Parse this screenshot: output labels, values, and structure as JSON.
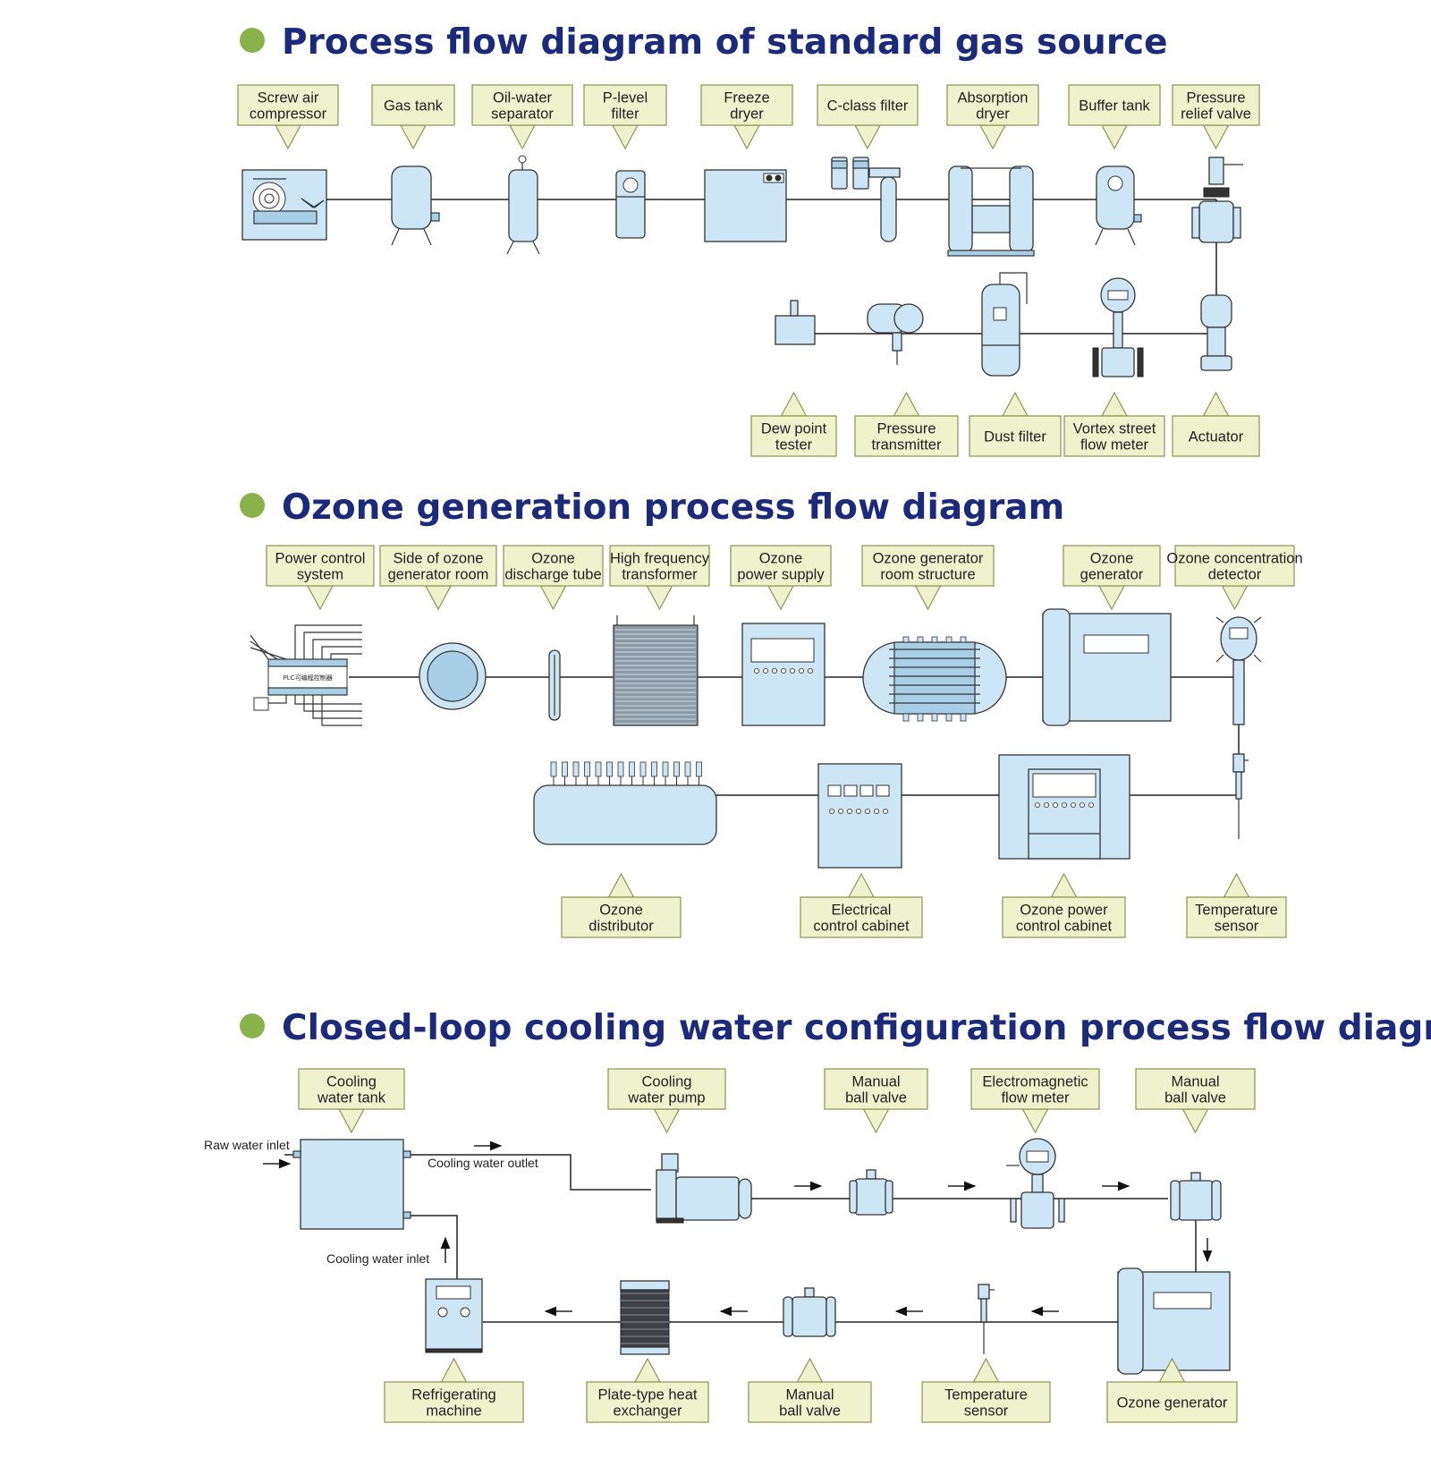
{
  "colors": {
    "title": "#1b2a7a",
    "bullet": "#8ab24a",
    "label_fill": "#eef3cd",
    "label_stroke": "#8a9450",
    "equipment": "#cde6f5"
  },
  "sections": [
    {
      "title": "Process flow diagram of standard gas source",
      "labels_top": [
        [
          "Screw air",
          "compressor"
        ],
        [
          "Gas tank"
        ],
        [
          "Oil-water",
          "separator"
        ],
        [
          "P-level",
          "filter"
        ],
        [
          "Freeze",
          "dryer"
        ],
        [
          "C-class filter"
        ],
        [
          "Absorption",
          "dryer"
        ],
        [
          "Buffer tank"
        ],
        [
          "Pressure",
          "relief valve"
        ]
      ],
      "labels_bottom": [
        [
          "Dew point",
          "tester"
        ],
        [
          "Pressure",
          "transmitter"
        ],
        [
          "Dust filter"
        ],
        [
          "Vortex street",
          "flow meter"
        ],
        [
          "Actuator"
        ]
      ]
    },
    {
      "title": "Ozone generation process flow diagram",
      "labels_top": [
        [
          "Power control",
          "system"
        ],
        [
          "Side of ozone",
          "generator room"
        ],
        [
          "Ozone",
          "discharge tube"
        ],
        [
          "High frequency",
          "transformer"
        ],
        [
          "Ozone",
          "power supply"
        ],
        [
          "Ozone generator",
          "room structure"
        ],
        [
          "Ozone",
          "generator"
        ],
        [
          "Ozone concentration",
          "detector"
        ]
      ],
      "labels_bottom": [
        [
          "Ozone",
          "distributor"
        ],
        [
          "Electrical",
          "control cabinet"
        ],
        [
          "Ozone power",
          "control cabinet"
        ],
        [
          "Temperature",
          "sensor"
        ]
      ],
      "plc_label": "PLC可编程控制器"
    },
    {
      "title": "Closed-loop cooling water configuration process flow diagram",
      "labels_top": [
        [
          "Cooling",
          "water tank"
        ],
        [
          "Cooling",
          "water pump"
        ],
        [
          "Manual",
          "ball valve"
        ],
        [
          "Electromagnetic",
          "flow meter"
        ],
        [
          "Manual",
          "ball valve"
        ]
      ],
      "labels_bottom": [
        [
          "Refrigerating",
          "machine"
        ],
        [
          "Plate-type heat",
          "exchanger"
        ],
        [
          "Manual",
          "ball valve"
        ],
        [
          "Temperature",
          "sensor"
        ],
        [
          "Ozone generator"
        ]
      ],
      "annotations": {
        "raw_water_inlet": "Raw water inlet",
        "cooling_water_outlet": "Cooling water outlet",
        "cooling_water_inlet": "Cooling water inlet"
      }
    }
  ]
}
